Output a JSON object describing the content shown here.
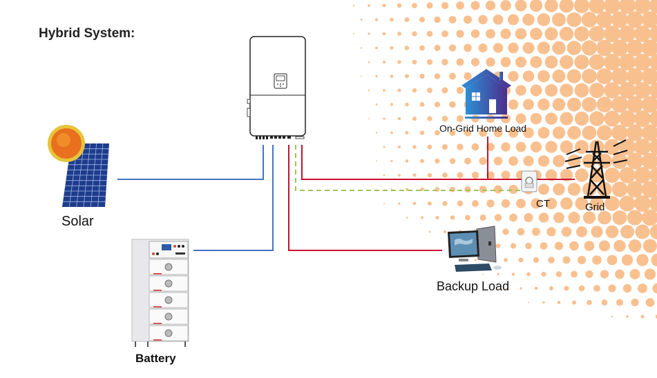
{
  "title": "Hybrid System:",
  "components": {
    "solar": {
      "label": "Solar",
      "icon": "solar-panel-icon"
    },
    "battery": {
      "label": "Battery",
      "icon": "battery-stack-icon"
    },
    "inverter": {
      "label": "",
      "icon": "hybrid-inverter-icon"
    },
    "home": {
      "label": "On-Grid Home Load",
      "icon": "house-icon"
    },
    "ct": {
      "label": "CT",
      "icon": "current-transformer-icon"
    },
    "grid": {
      "label": "Grid",
      "icon": "transmission-tower-icon"
    },
    "backup": {
      "label": "Backup Load",
      "icon": "desktop-computer-icon"
    }
  },
  "connections": [
    {
      "from": "solar",
      "to": "inverter",
      "type": "DC",
      "color": "#4472C4",
      "style": "solid"
    },
    {
      "from": "battery",
      "to": "inverter",
      "type": "DC",
      "color": "#4472C4",
      "style": "solid"
    },
    {
      "from": "inverter",
      "to": "backup",
      "type": "AC backup",
      "color": "#C00000",
      "style": "solid"
    },
    {
      "from": "inverter",
      "to": "grid",
      "type": "AC grid",
      "color": "#C00000",
      "style": "solid"
    },
    {
      "from": "inverter",
      "to": "ct",
      "type": "CT signal",
      "color": "#92C353",
      "style": "dashed"
    },
    {
      "from": "grid-line",
      "to": "home",
      "type": "AC",
      "color": "#C00000",
      "style": "solid"
    }
  ],
  "colors": {
    "dots": "#F9C08F",
    "dc": "#4472C4",
    "ac": "#C8102E",
    "signal": "#9BC35A"
  }
}
